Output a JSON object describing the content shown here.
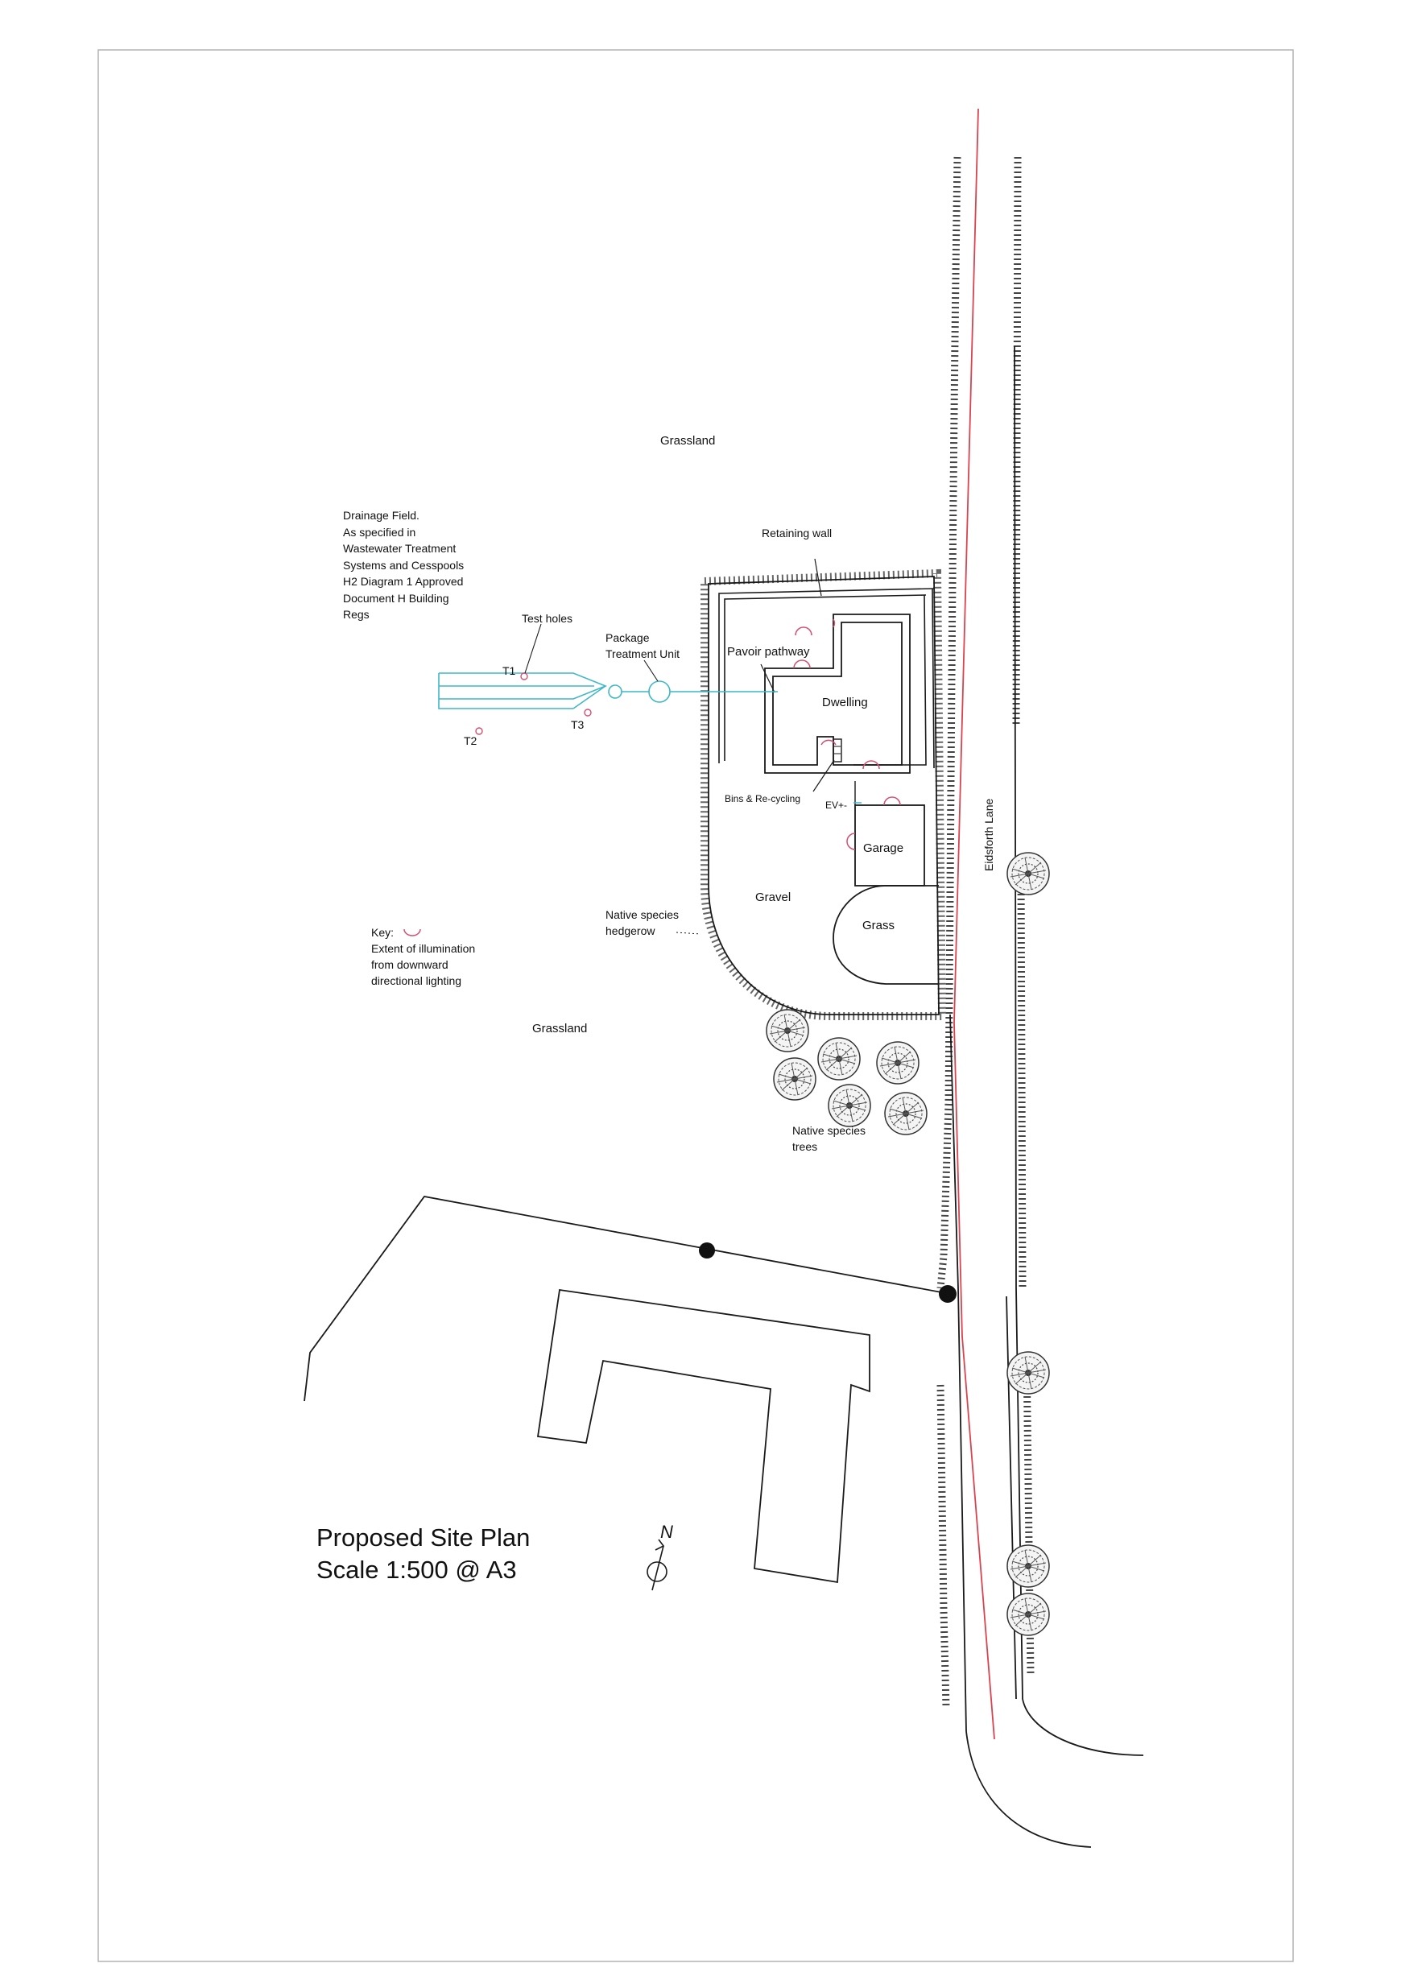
{
  "labels": {
    "grassland_top": "Grassland",
    "grassland_bottom": "Grassland",
    "drainage_field": "Drainage Field.\nAs specified in\nWastewater Treatment\nSystems and Cesspools\nH2 Diagram 1 Approved\nDocument H Building\nRegs",
    "test_holes": "Test holes",
    "t1": "T1",
    "t2": "T2",
    "t3": "T3",
    "package_treatment_unit": "Package\nTreatment Unit",
    "pavoir_pathway": "Pavoir pathway",
    "retaining_wall": "Retaining wall",
    "dwelling": "Dwelling",
    "bins_recycling": "Bins & Re-cycling",
    "ev": "EV+-",
    "garage": "Garage",
    "gravel": "Gravel",
    "grass": "Grass",
    "native_hedgerow": "Native species\nhedgerow",
    "native_trees": "Native species\ntrees",
    "road_name": "Eidsforth Lane",
    "key_title": "Key:",
    "key_text": "Extent of illumination\nfrom downward\ndirectional lighting",
    "plan_title": "Proposed Site Plan\nScale 1:500 @ A3",
    "north": "N"
  },
  "colors": {
    "linework": "#1a1a1a",
    "drainage": "#3fb7c9",
    "boundary_red": "#d9434f",
    "lighting": "#d4506e"
  }
}
